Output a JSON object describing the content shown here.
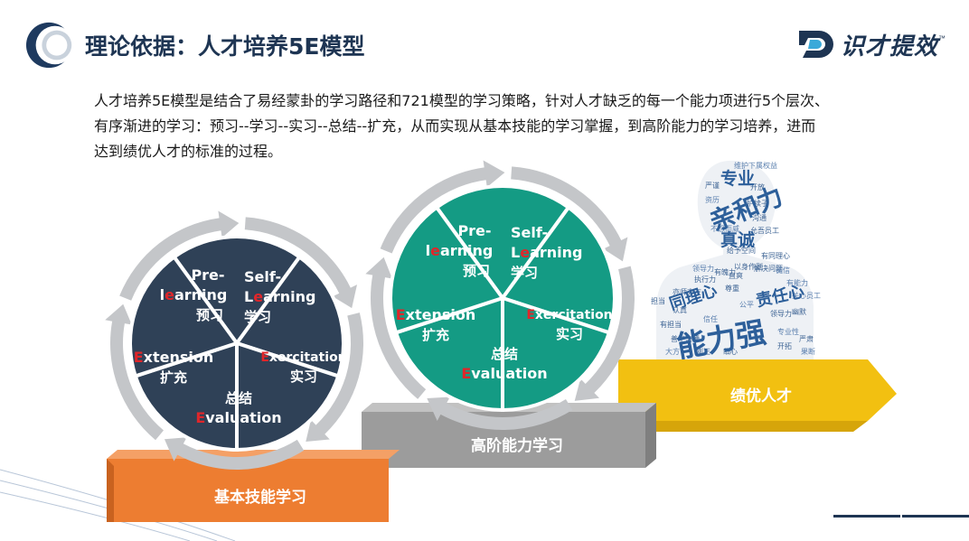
{
  "header": {
    "title": "理论依据：人才培养5E模型",
    "brand_name": "识才提效",
    "brand_tm": "™"
  },
  "intro": {
    "lines": [
      "人才培养5E模型是结合了易经蒙卦的学习路径和721模型的学习策略，针对人才缺乏的每一个能力项进行5个层次、",
      "有序渐进的学习：预习--学习--实习--总结--扩充，从而实现从基本技能的学习掌握，到高阶能力的学习培养，进而",
      "达到绩优人才的标准的过程。"
    ]
  },
  "wheels": {
    "segments": {
      "prelearning": {
        "line1": "Pre-",
        "red": "e",
        "l_before": "l",
        "l_after": "arning",
        "cn": "预习"
      },
      "selflearning": {
        "line1": "Self-",
        "red": "e",
        "l_before": "L",
        "l_after": "arning",
        "cn": "学习"
      },
      "exercitation": {
        "red": "E",
        "rest": "xercitation",
        "cn": "实习"
      },
      "evaluation": {
        "cn": "总结",
        "red": "E",
        "rest": "valuation"
      },
      "extension": {
        "red": "E",
        "rest": "xtension",
        "cn": "扩充"
      }
    },
    "dark_color": "#2f4157",
    "teal_color": "#149b84",
    "ring_color": "#c4c6c9",
    "red_color": "#e0262a"
  },
  "steps": {
    "basic": {
      "label": "基本技能学习",
      "color": "#ed7d31"
    },
    "advanced": {
      "label": "高阶能力学习",
      "color": "#9c9c9c"
    },
    "excellent": {
      "label": "绩优人才",
      "color": "#f2c011"
    }
  },
  "word_cloud": {
    "big_words": [
      "专业",
      "亲和力",
      "真诚",
      "同理心",
      "责任心",
      "能力强"
    ],
    "small_words": [
      "维护下属权益",
      "严谨",
      "开放",
      "资历",
      "护犊子",
      "沟通",
      "不怒而威",
      "允吾员工",
      "给予空间",
      "领导力",
      "有魄力",
      "解决问题",
      "诚信",
      "执行力",
      "以身作则",
      "有能力",
      "亦师亦友",
      "尊重",
      "公平",
      "领导力",
      "认真",
      "信任",
      "幽默",
      "有担当",
      "专业性",
      "善于沟通",
      "严肃",
      "大方",
      "刚正",
      "开拓",
      "果断",
      "直爽",
      "有同理心",
      "关心员工",
      "担当",
      "细心"
    ]
  }
}
